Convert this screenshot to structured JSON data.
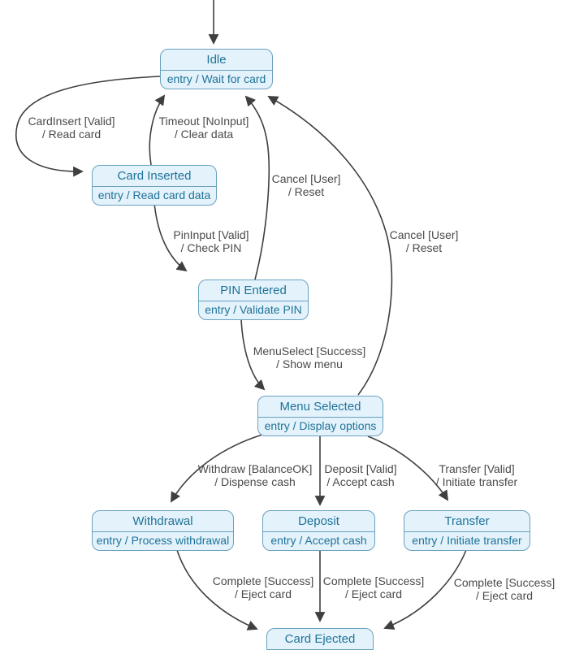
{
  "diagram_type": "state-machine",
  "colors": {
    "state_fill": "#e3f2fb",
    "state_border": "#6aa1bf",
    "state_text": "#1f7398",
    "edge_stroke": "#3f3f3f",
    "edge_label_text": "#4a4a4a",
    "background": "#ffffff"
  },
  "states": [
    {
      "id": "idle",
      "title": "Idle",
      "entry": "entry / Wait for card"
    },
    {
      "id": "card_inserted",
      "title": "Card Inserted",
      "entry": "entry / Read card data"
    },
    {
      "id": "pin_entered",
      "title": "PIN Entered",
      "entry": "entry / Validate PIN"
    },
    {
      "id": "menu_selected",
      "title": "Menu Selected",
      "entry": "entry / Display options"
    },
    {
      "id": "withdrawal",
      "title": "Withdrawal",
      "entry": "entry / Process withdrawal"
    },
    {
      "id": "deposit",
      "title": "Deposit",
      "entry": "entry / Accept cash"
    },
    {
      "id": "transfer",
      "title": "Transfer",
      "entry": "entry / Initiate transfer"
    },
    {
      "id": "card_ejected",
      "title": "Card Ejected",
      "entry": ""
    }
  ],
  "transitions": [
    {
      "from": "start",
      "to": "idle",
      "line1": "",
      "line2": ""
    },
    {
      "from": "idle",
      "to": "card_inserted",
      "line1": "CardInsert [Valid]",
      "line2": "/ Read card"
    },
    {
      "from": "card_inserted",
      "to": "idle",
      "line1": "Timeout [NoInput]",
      "line2": "/ Clear data"
    },
    {
      "from": "card_inserted",
      "to": "pin_entered",
      "line1": "PinInput [Valid]",
      "line2": "/ Check PIN"
    },
    {
      "from": "pin_entered",
      "to": "idle",
      "line1": "Cancel [User]",
      "line2": "/ Reset"
    },
    {
      "from": "pin_entered",
      "to": "menu_selected",
      "line1": "MenuSelect [Success]",
      "line2": "/ Show menu"
    },
    {
      "from": "menu_selected",
      "to": "idle",
      "line1": "Cancel [User]",
      "line2": "/ Reset"
    },
    {
      "from": "menu_selected",
      "to": "withdrawal",
      "line1": "Withdraw [BalanceOK]",
      "line2": "/ Dispense cash"
    },
    {
      "from": "menu_selected",
      "to": "deposit",
      "line1": "Deposit [Valid]",
      "line2": "/ Accept cash"
    },
    {
      "from": "menu_selected",
      "to": "transfer",
      "line1": "Transfer [Valid]",
      "line2": "/ Initiate transfer"
    },
    {
      "from": "withdrawal",
      "to": "card_ejected",
      "line1": "Complete [Success]",
      "line2": "/ Eject card"
    },
    {
      "from": "deposit",
      "to": "card_ejected",
      "line1": "Complete [Success]",
      "line2": "/ Eject card"
    },
    {
      "from": "transfer",
      "to": "card_ejected",
      "line1": "Complete [Success]",
      "line2": "/ Eject card"
    }
  ]
}
